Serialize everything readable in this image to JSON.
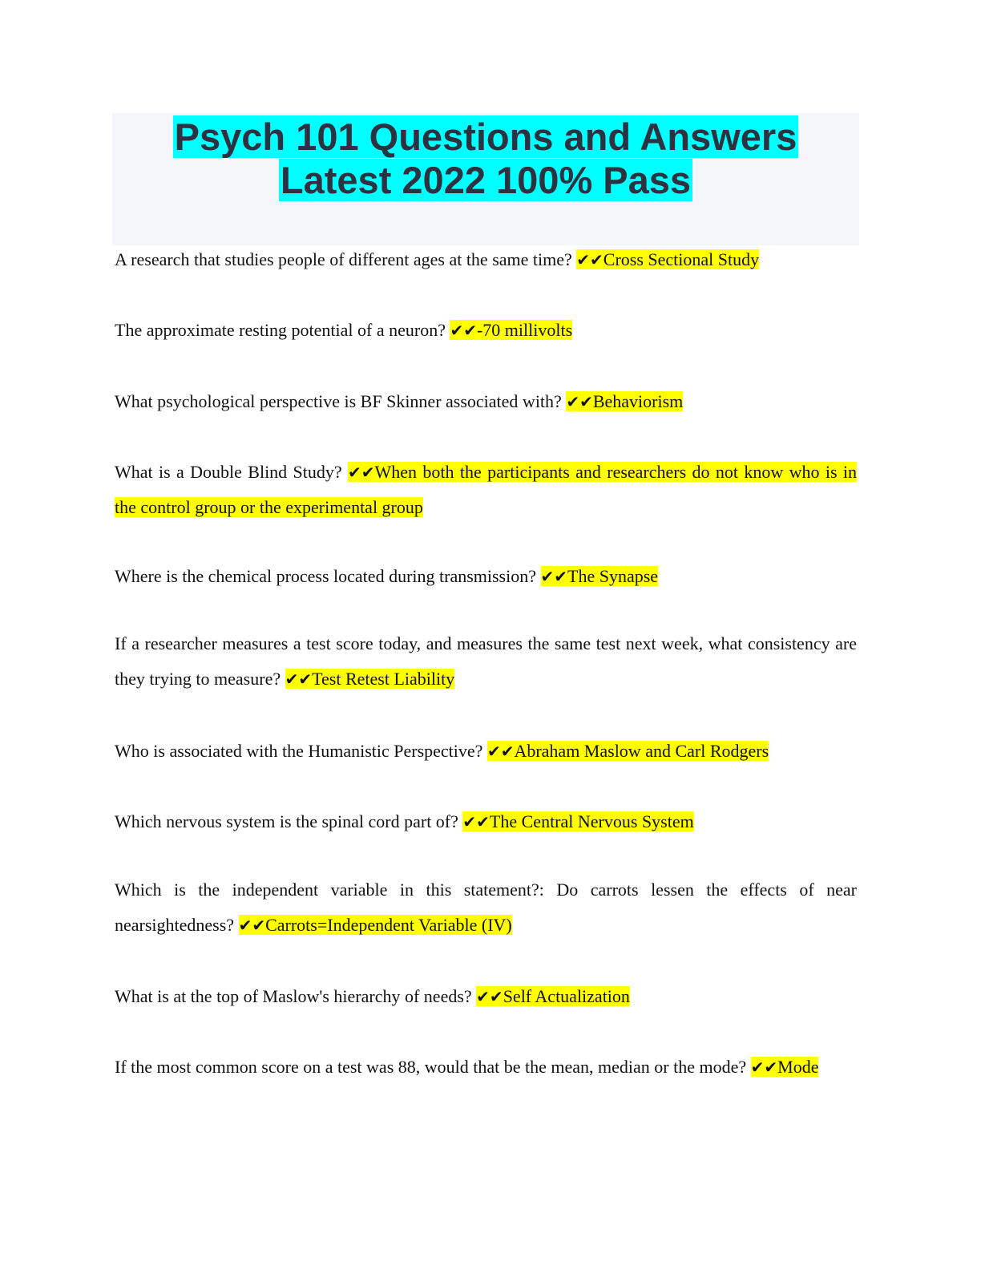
{
  "title": {
    "line1": "Psych 101 Questions and Answers",
    "line2": "Latest 2022 100% Pass"
  },
  "check_mark": "✔✔",
  "highlight_color": "#ffff00",
  "title_highlight_color": "#00ffff",
  "items": [
    {
      "question": "A research that studies people of different ages at the same time? ",
      "answer": "Cross Sectional Study"
    },
    {
      "question": "The approximate resting potential of a neuron? ",
      "answer": "-70 millivolts"
    },
    {
      "question": "What psychological perspective is BF Skinner associated with? ",
      "answer": "Behaviorism"
    },
    {
      "question": "What is a Double Blind Study? ",
      "answer": "When both the participants and researchers do not know who is in the control group or the experimental group"
    },
    {
      "question": "Where is the chemical process located during transmission? ",
      "answer": "The Synapse"
    },
    {
      "question": "If a researcher measures a test score today, and measures the same test next week, what consistency are they trying to measure? ",
      "answer": "Test Retest Liability"
    },
    {
      "question": "Who is associated with the Humanistic Perspective? ",
      "answer": "Abraham Maslow and Carl Rodgers"
    },
    {
      "question": "Which nervous system is the spinal cord part of? ",
      "answer": "The Central Nervous System"
    },
    {
      "question": "Which is the independent variable in this statement?: Do carrots lessen the effects of near nearsightedness? ",
      "answer": "Carrots=Independent Variable (IV)"
    },
    {
      "question": "What is at the top of Maslow's hierarchy of needs? ",
      "answer": "Self Actualization"
    },
    {
      "question": "If the most common score on a test was 88, would that be the mean, median or the mode? ",
      "answer": "Mode"
    }
  ]
}
